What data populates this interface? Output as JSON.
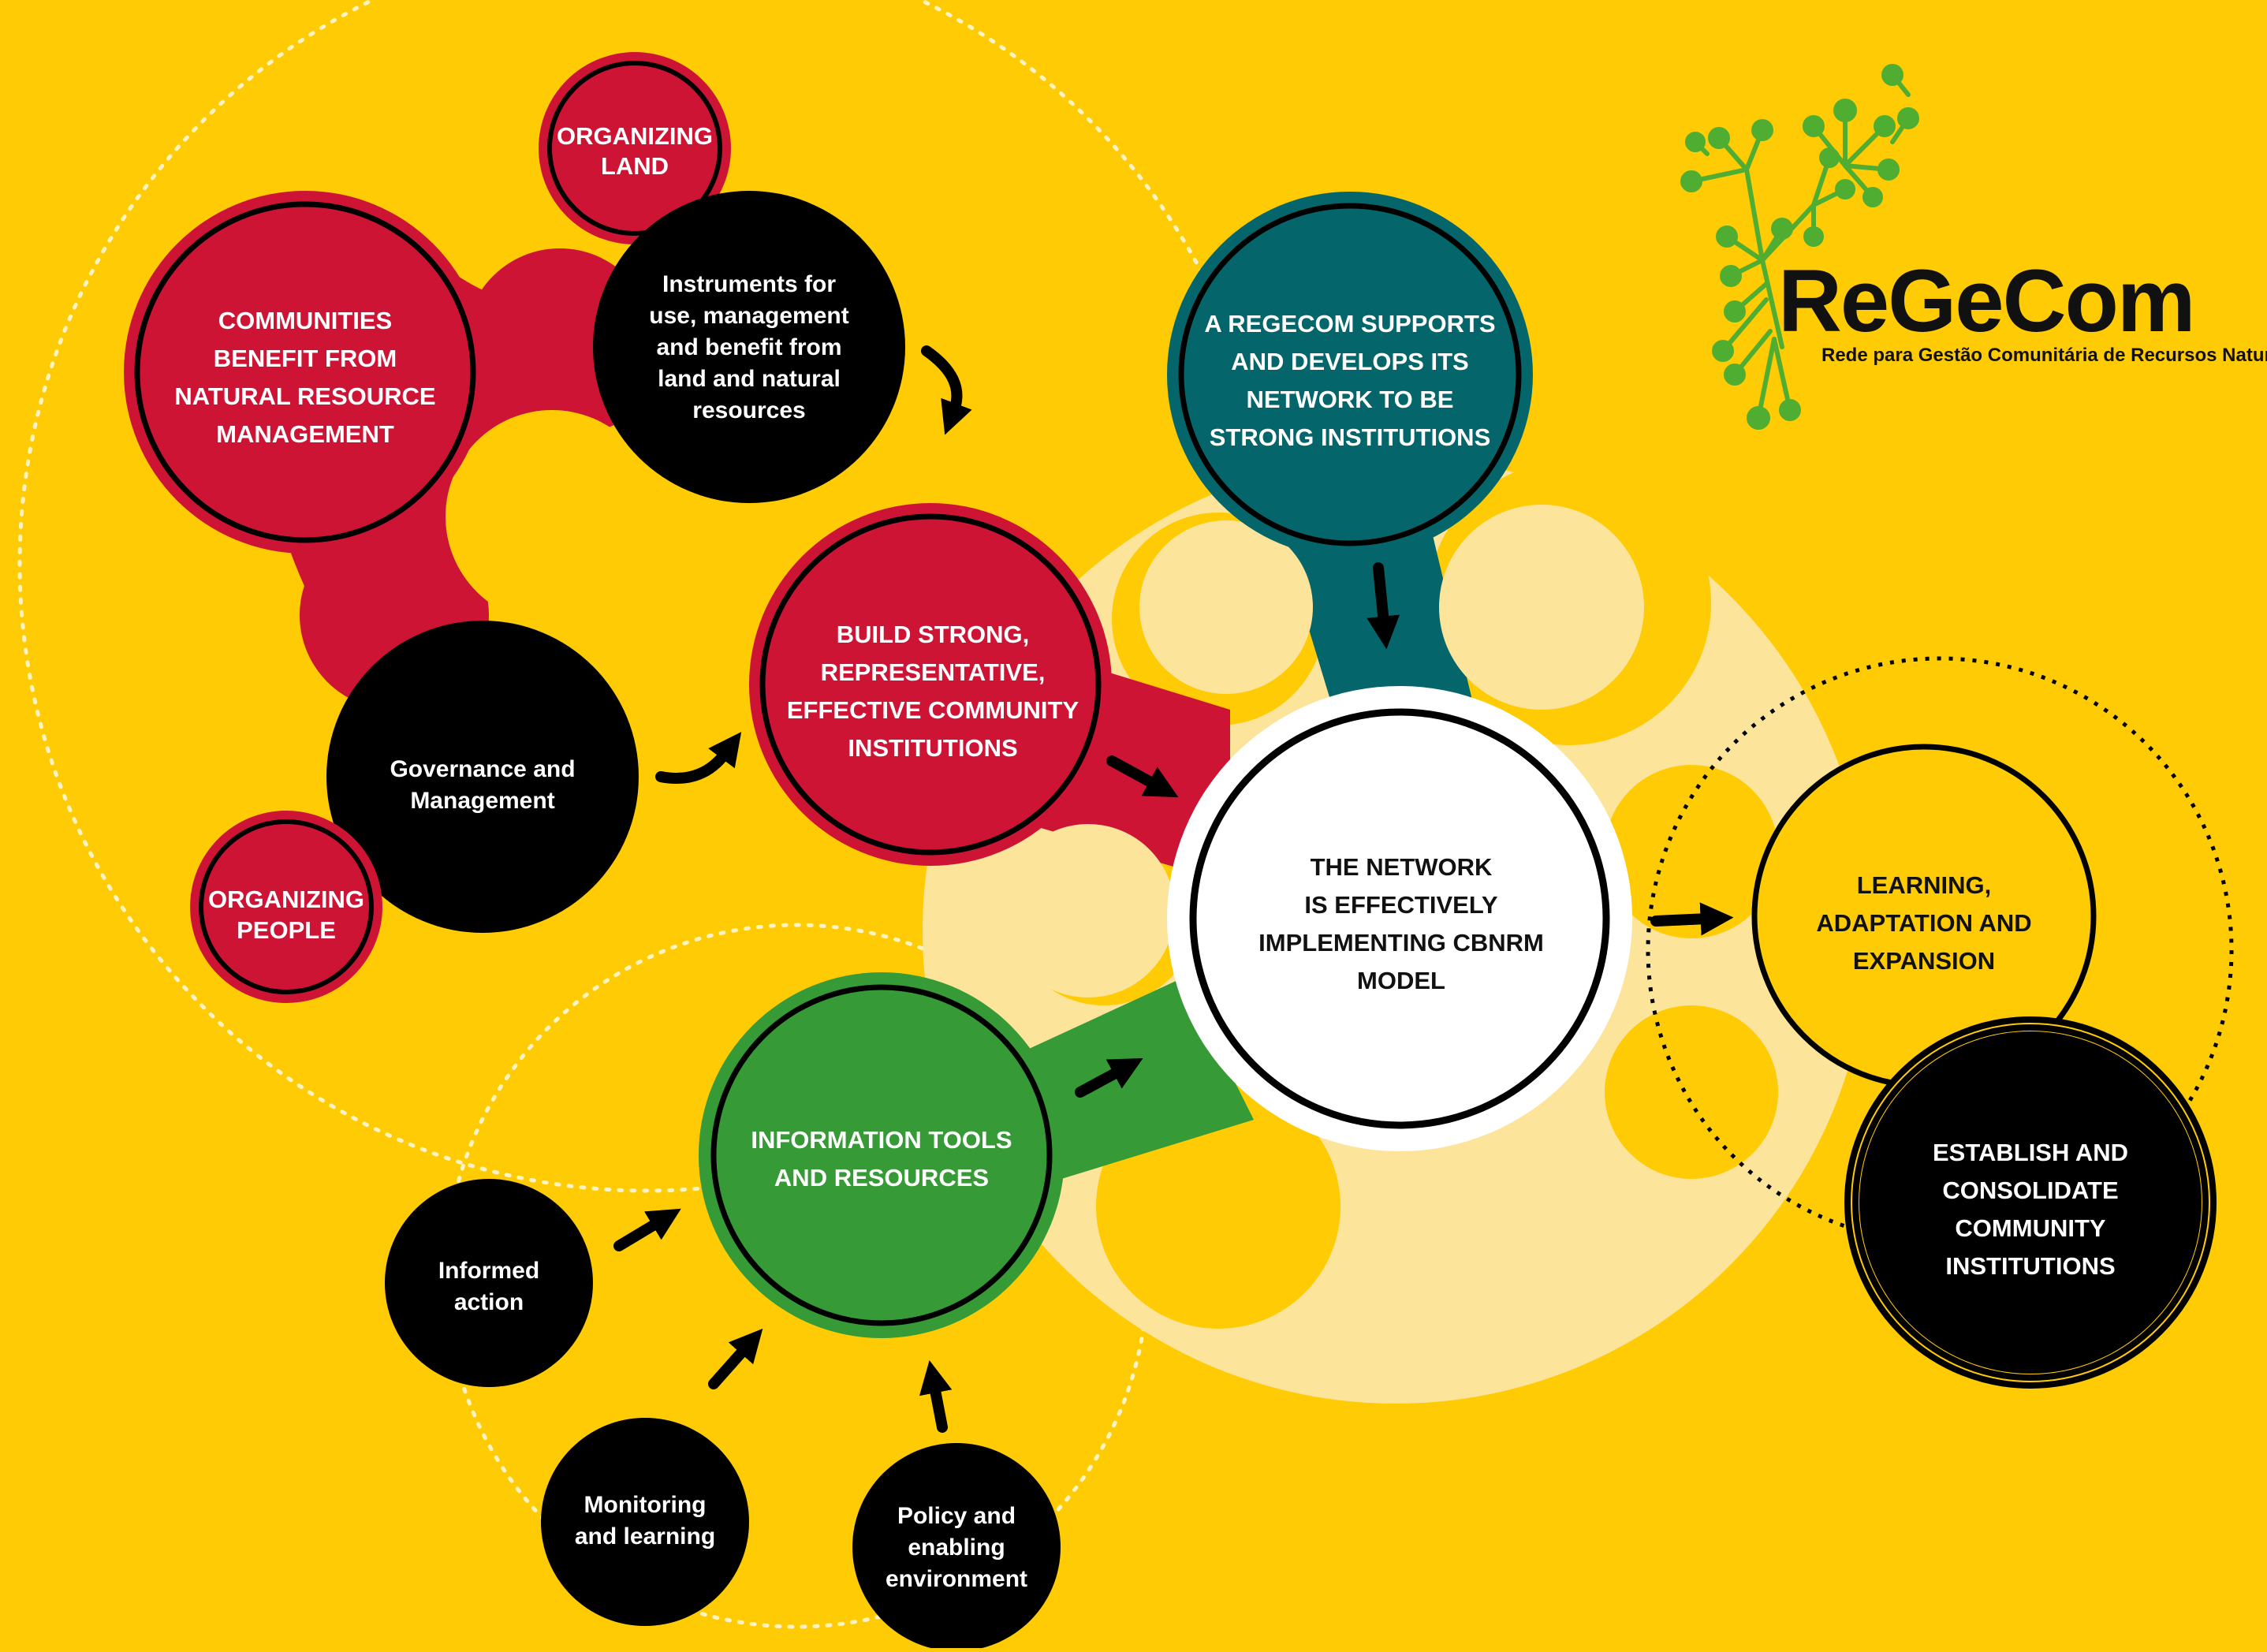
{
  "colors": {
    "background": "#FECB05",
    "light_blob": "#FDE49B",
    "red": "#CE1435",
    "black": "#000000",
    "teal": "#04666A",
    "green": "#369A36",
    "logo_green": "#4FAE31"
  },
  "logo": {
    "name": "ReGeCom",
    "tagline": "Rede para Gestão Comunitária de Recursos Naturais",
    "icon": "sprout-burst-icon"
  },
  "nodes": {
    "organizing_land": [
      "ORGANIZING",
      "LAND"
    ],
    "communities_benefit": [
      "COMMUNITIES",
      "BENEFIT FROM",
      "NATURAL RESOURCE",
      "MANAGEMENT"
    ],
    "instruments": [
      "Instruments for",
      "use, management",
      "and benefit from",
      "land and natural",
      "resources"
    ],
    "governance": [
      "Governance and",
      "Management"
    ],
    "organizing_people": [
      "ORGANIZING",
      "PEOPLE"
    ],
    "build_strong": [
      "BUILD STRONG,",
      "REPRESENTATIVE,",
      "EFFECTIVE COMMUNITY",
      "INSTITUTIONS"
    ],
    "regecom_supports": [
      "A REGECOM SUPPORTS",
      "AND DEVELOPS ITS",
      "NETWORK TO BE",
      "STRONG INSTITUTIONS"
    ],
    "network_center": [
      "THE NETWORK",
      "IS EFFECTIVELY",
      "IMPLEMENTING CBNRM",
      "MODEL"
    ],
    "learning": [
      "LEARNING,",
      "ADAPTATION AND",
      "EXPANSION"
    ],
    "establish": [
      "ESTABLISH AND",
      "CONSOLIDATE",
      "COMMUNITY",
      "INSTITUTIONS"
    ],
    "info_tools": [
      "INFORMATION TOOLS",
      "AND RESOURCES"
    ],
    "informed_action": [
      "Informed",
      "action"
    ],
    "monitoring": [
      "Monitoring",
      "and learning"
    ],
    "policy": [
      "Policy and",
      "enabling",
      "environment"
    ]
  }
}
